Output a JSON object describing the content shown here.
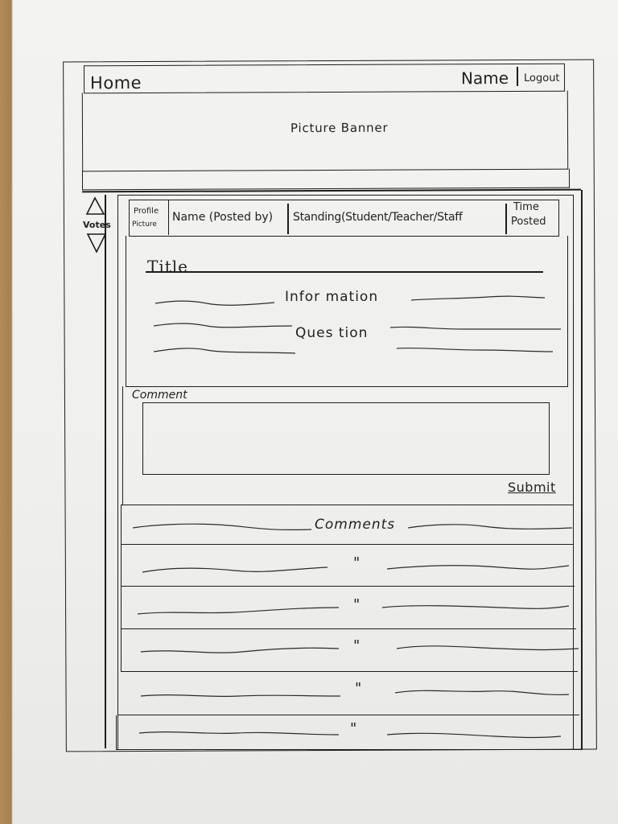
{
  "header": {
    "home_label": "Home",
    "name_label": "Name",
    "logout_label": "Logout"
  },
  "banner": {
    "label": "Picture Banner"
  },
  "votes": {
    "label": "Votes",
    "up_icon": "triangle-up-icon",
    "down_icon": "triangle-down-icon"
  },
  "post_header": {
    "profile_picture_line1": "Profile",
    "profile_picture_line2": "Picture",
    "name_label": "Name (Posted by)",
    "standing_label": "Standing(Student/Teacher/Staff",
    "time_line1": "Time",
    "time_line2": "Posted"
  },
  "post": {
    "title": "Title",
    "information_label": "Infor mation",
    "question_label": "Ques tion"
  },
  "comment_form": {
    "label": "Comment",
    "submit_label": "Submit"
  },
  "comments": {
    "heading": "Comments",
    "ditto_marks": [
      "\"",
      "\"",
      "\"",
      "\"",
      "\""
    ]
  }
}
